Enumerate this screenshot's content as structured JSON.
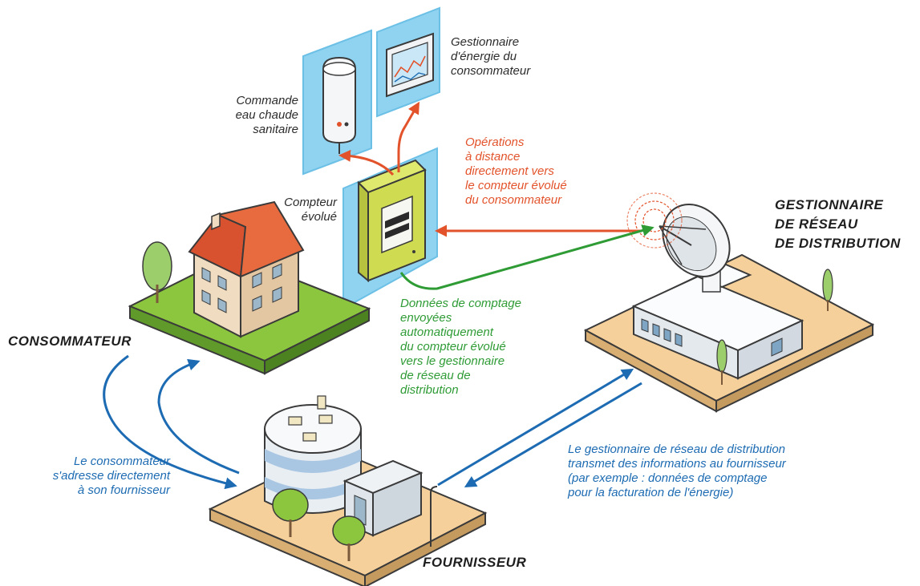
{
  "labels": {
    "consommateur": "CONSOMMATEUR",
    "fournisseur": "FOURNISSEUR",
    "gestionnaire_reseau": [
      "GESTIONNAIRE",
      "DE RÉSEAU",
      "DE DISTRIBUTION"
    ],
    "compteur": [
      "Compteur",
      "évolué"
    ],
    "eau_chaude": [
      "Commande",
      "eau chaude",
      "sanitaire"
    ],
    "gestionnaire_energie": [
      "Gestionnaire",
      "d'énergie du",
      "consommateur"
    ],
    "operations": [
      "Opérations",
      "à distance",
      "directement vers",
      "le compteur évolué",
      "du consommateur"
    ],
    "donnees": [
      "Données de comptage",
      "envoyées",
      "automatiquement",
      "du compteur évolué",
      "vers le gestionnaire",
      "de réseau de",
      "distribution"
    ],
    "consommateur_fournisseur": [
      "Le consommateur",
      "s'adresse directement",
      "à son fournisseur"
    ],
    "reseau_fournisseur": [
      "Le gestionnaire de réseau de distribution",
      "transmet des informations au fournisseur",
      "(par exemple : données de comptage",
      "pour la facturation de l'énergie)"
    ]
  },
  "colors": {
    "orange_arrow": "#e3532b",
    "green_arrow": "#2e9b35",
    "blue_arrow": "#1d6bb2",
    "panel_blue": "#8fd3f0",
    "lawn_green": "#8cc63f",
    "ground_sand": "#f5d09a"
  }
}
